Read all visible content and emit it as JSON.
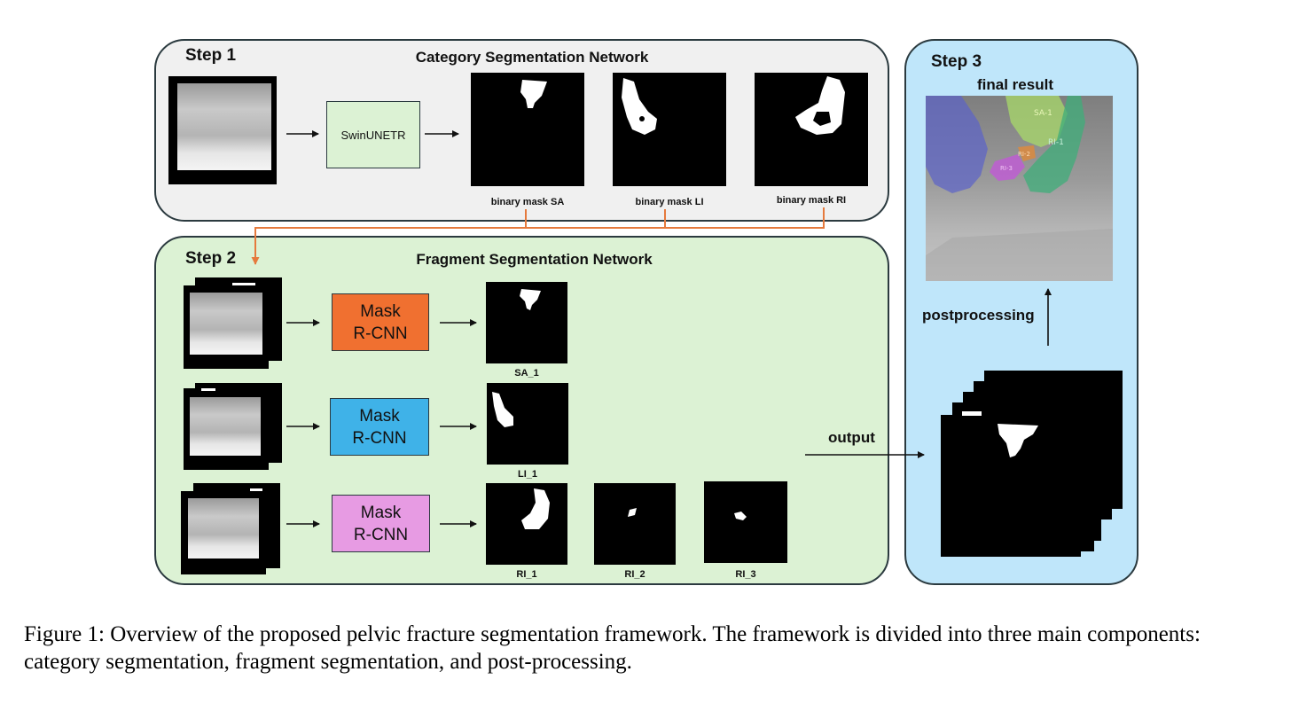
{
  "step1": {
    "label": "Step 1",
    "title": "Category Segmentation Network",
    "model": "SwinUNETR",
    "mask_labels": [
      "binary mask SA",
      "binary mask LI",
      "binary mask RI"
    ]
  },
  "step2": {
    "label": "Step 2",
    "title": "Fragment Segmentation Network",
    "model": "Mask\nR-CNN",
    "model_colors": [
      "#f07030",
      "#3fb2e8",
      "#e79be3"
    ],
    "fragment_labels": [
      "SA_1",
      "LI_1",
      "RI_1",
      "RI_2",
      "RI_3"
    ],
    "output_label": "output"
  },
  "step3": {
    "label": "Step 3",
    "result_title": "final result",
    "post_label": "postprocessing",
    "overlay_labels": [
      "SA-1",
      "RI-1",
      "RI-2",
      "RI-3"
    ]
  },
  "caption": "Figure 1: Overview of the proposed pelvic fracture segmentation framework. The framework is divided into three main components: category segmentation, fragment segmentation, and post-processing."
}
